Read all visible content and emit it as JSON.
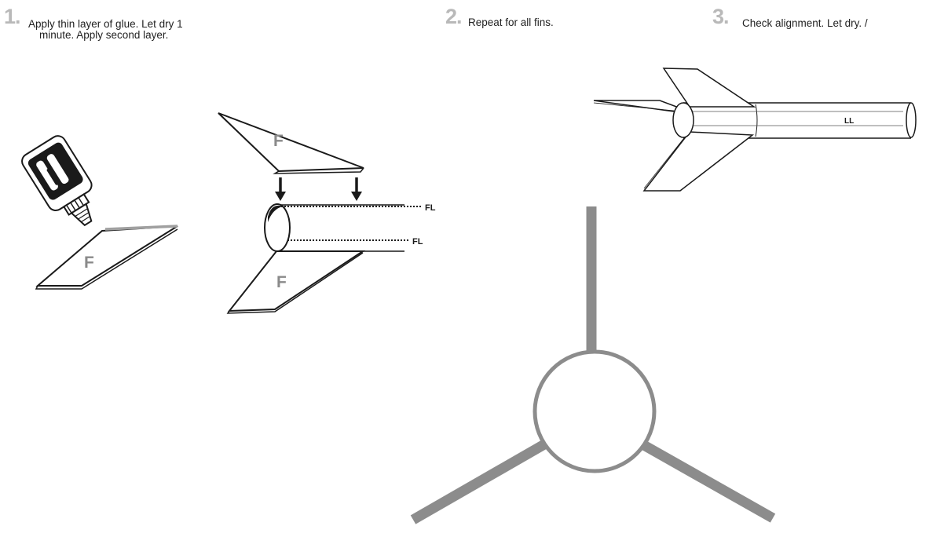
{
  "steps": [
    {
      "number": "1.",
      "line1": "Apply thin layer of glue. Let dry 1",
      "line2": "minute. Apply second layer."
    },
    {
      "number": "2.",
      "line1": "Repeat for all fins."
    },
    {
      "number": "3.",
      "line1": "Check alignment. Let dry. /"
    }
  ],
  "labels": {
    "fin_glue": "F",
    "fin_top": "F",
    "fin_bottom": "F",
    "fin_line_top": "FL",
    "fin_line_bottom": "FL",
    "launch_lug": "LL"
  },
  "colors": {
    "step_number": "#b9b9b9",
    "line": "#1a1a1a",
    "fin_letter": "#8a8a8a",
    "alignment_guide": "#8c8c8c"
  }
}
